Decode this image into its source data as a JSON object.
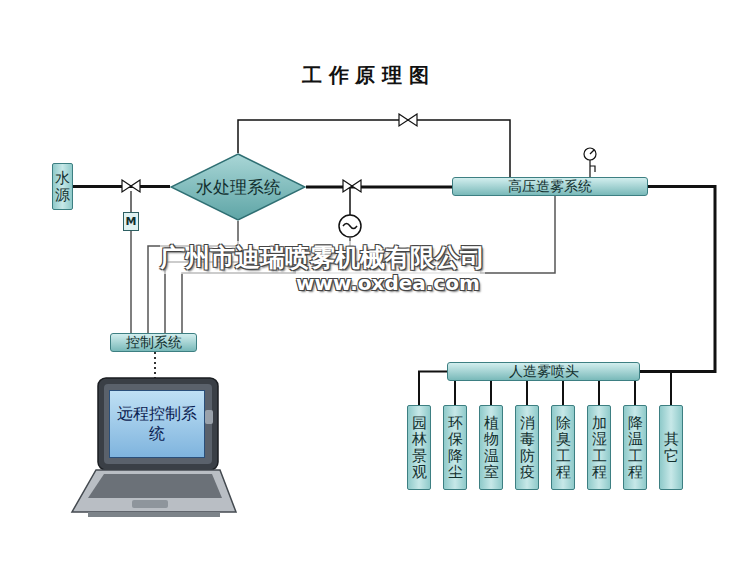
{
  "diagram": {
    "title": "工 作 原 理 图",
    "nodes": [
      {
        "text": [
          "水源"
        ]
      },
      {
        "text": [
          "水处理系统"
        ]
      },
      {
        "text": [
          "M"
        ]
      },
      {
        "text": [
          "高压造雾系统"
        ]
      },
      {
        "text": [
          "控制系统"
        ]
      },
      {
        "text": [
          "远程控制系统"
        ]
      },
      {
        "text": [
          "人造雾喷头"
        ]
      },
      {
        "text": [
          "园林景观"
        ]
      },
      {
        "text": [
          "环保降尘"
        ]
      },
      {
        "text": [
          "植物温室"
        ]
      },
      {
        "text": [
          "消毒防疫"
        ]
      },
      {
        "text": [
          "除臭工程"
        ]
      },
      {
        "text": [
          "加湿工程"
        ]
      },
      {
        "text": [
          "降温工程"
        ]
      },
      {
        "text": [
          "其它"
        ]
      }
    ],
    "edges": [
      {
        "from": 0,
        "to": 1,
        "arrow": "none"
      },
      {
        "from": 1,
        "to": 3,
        "arrow": "none"
      },
      {
        "from": 1,
        "to": 3,
        "arrow": "none"
      },
      {
        "from": 3,
        "to": 6,
        "arrow": "none"
      },
      {
        "from": 6,
        "to": 7,
        "arrow": "none"
      },
      {
        "from": 6,
        "to": 8,
        "arrow": "none"
      },
      {
        "from": 6,
        "to": 9,
        "arrow": "none"
      },
      {
        "from": 6,
        "to": 10,
        "arrow": "none"
      },
      {
        "from": 6,
        "to": 11,
        "arrow": "none"
      },
      {
        "from": 6,
        "to": 12,
        "arrow": "none"
      },
      {
        "from": 6,
        "to": 13,
        "arrow": "none"
      },
      {
        "from": 6,
        "to": 14,
        "arrow": "none"
      },
      {
        "from": 4,
        "to": 2,
        "arrow": "none"
      },
      {
        "from": 4,
        "to": 1,
        "arrow": "none"
      },
      {
        "from": 4,
        "to": 3,
        "arrow": "none"
      },
      {
        "from": 4,
        "to": 5,
        "arrow": "none"
      }
    ],
    "labels": [
      "广州市迪瑞喷雾机械有限公司",
      "www.oxdea.com"
    ]
  }
}
